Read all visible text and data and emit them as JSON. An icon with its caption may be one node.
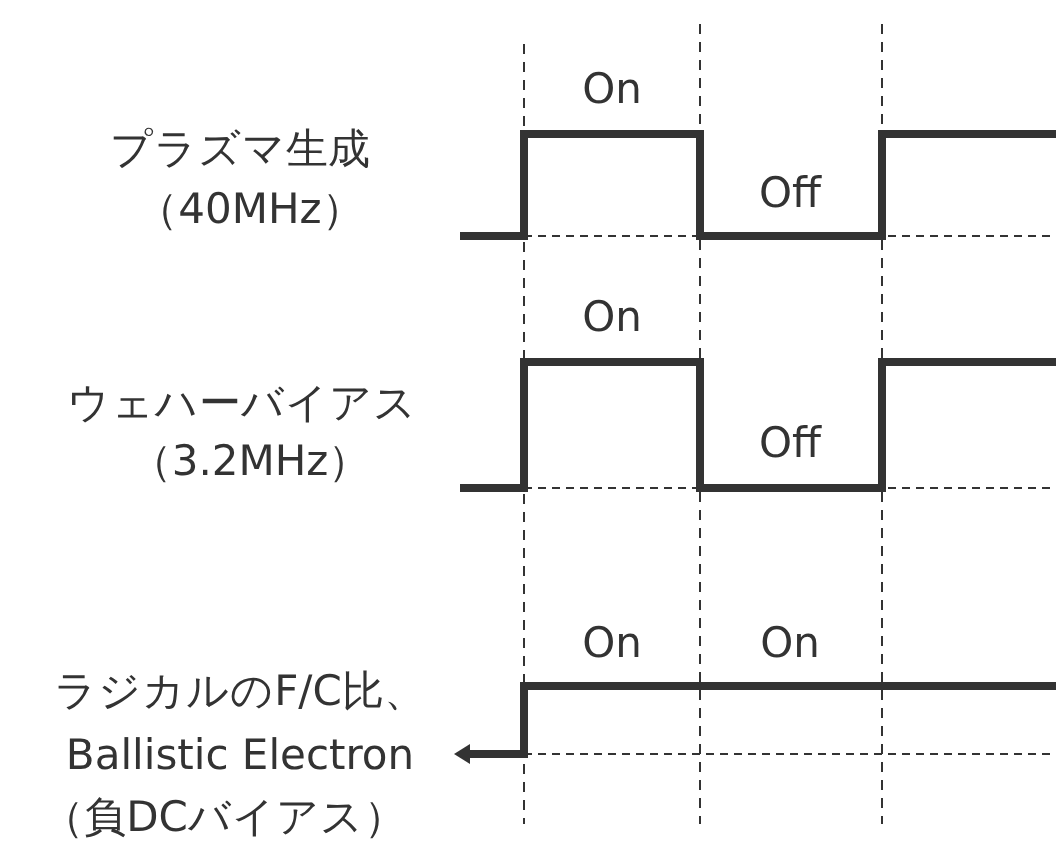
{
  "diagram": {
    "labels": [
      "On",
      "プラズマ生成",
      "Off",
      "（40MHz）",
      "On",
      "ウェハーバイアス",
      "Off",
      "（3.2MHz）",
      "On",
      "On",
      "ラジカルのF/C比、",
      "Ballistic Electron",
      "（負DCバイアス）"
    ]
  }
}
